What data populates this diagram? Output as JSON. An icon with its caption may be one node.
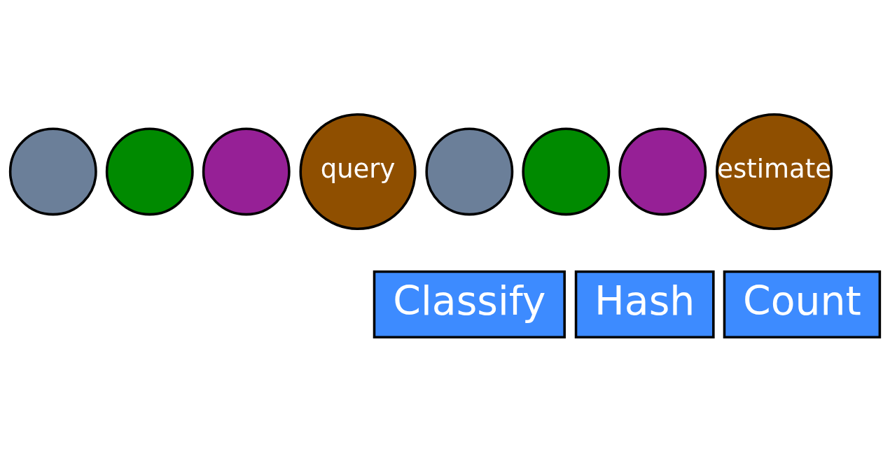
{
  "diagram": {
    "nodes": [
      {
        "text": [],
        "shape": "circle"
      },
      {
        "text": [],
        "shape": "circle"
      },
      {
        "text": [],
        "shape": "circle"
      },
      {
        "text": [
          "query"
        ]
      },
      {
        "text": [],
        "shape": "circle"
      },
      {
        "text": [],
        "shape": "circle"
      },
      {
        "text": [],
        "shape": "circle"
      },
      {
        "text": [
          "estimate"
        ]
      },
      {
        "text": [
          "Hash"
        ]
      },
      {
        "text": [
          "Classify"
        ]
      },
      {
        "text": [
          "Count"
        ]
      }
    ],
    "edges": []
  }
}
